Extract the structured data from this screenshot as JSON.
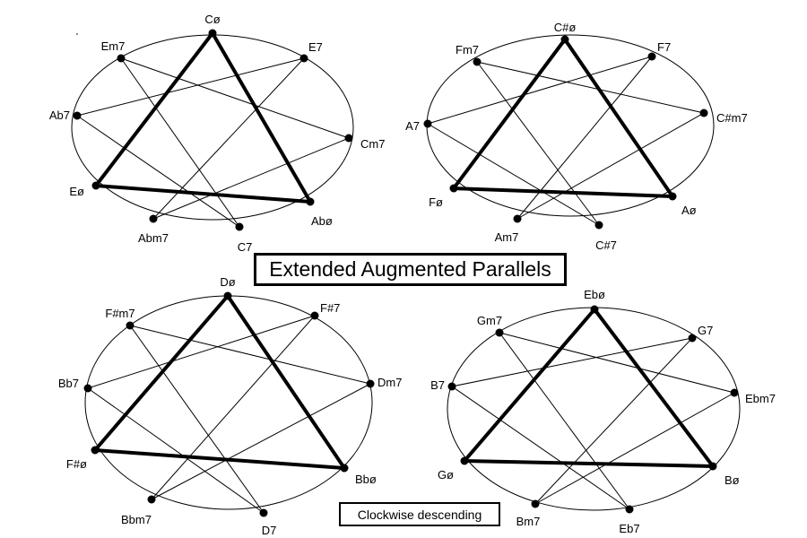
{
  "title": "Extended Augmented Parallels",
  "caption": "Clockwise descending",
  "colors": {
    "ink": "#000000",
    "background": "#ffffff"
  },
  "diagrams": [
    {
      "id": "top-left",
      "nodes": [
        "Cø",
        "E7",
        "Cm7",
        "Abø",
        "C7",
        "Abm7",
        "Eø",
        "Ab7",
        "Em7"
      ],
      "triangle": [
        "Cø",
        "Abø",
        "Eø"
      ],
      "chords": [
        [
          "Em7",
          "Cm7"
        ],
        [
          "Em7",
          "C7"
        ],
        [
          "E7",
          "Ab7"
        ],
        [
          "E7",
          "Abm7"
        ],
        [
          "Cm7",
          "Abm7"
        ],
        [
          "Ab7",
          "C7"
        ]
      ]
    },
    {
      "id": "top-right",
      "nodes": [
        "C#ø",
        "F7",
        "C#m7",
        "Aø",
        "C#7",
        "Am7",
        "Fø",
        "A7",
        "Fm7"
      ],
      "triangle": [
        "C#ø",
        "Aø",
        "Fø"
      ],
      "chords": [
        [
          "Fm7",
          "C#m7"
        ],
        [
          "Fm7",
          "C#7"
        ],
        [
          "F7",
          "A7"
        ],
        [
          "F7",
          "Am7"
        ],
        [
          "C#m7",
          "Am7"
        ],
        [
          "A7",
          "C#7"
        ]
      ]
    },
    {
      "id": "bottom-left",
      "nodes": [
        "Dø",
        "F#7",
        "Dm7",
        "Bbø",
        "D7",
        "Bbm7",
        "F#ø",
        "Bb7",
        "F#m7"
      ],
      "triangle": [
        "Dø",
        "Bbø",
        "F#ø"
      ],
      "chords": [
        [
          "F#m7",
          "Dm7"
        ],
        [
          "F#m7",
          "D7"
        ],
        [
          "F#7",
          "Bb7"
        ],
        [
          "F#7",
          "Bbm7"
        ],
        [
          "Dm7",
          "Bbm7"
        ],
        [
          "Bb7",
          "D7"
        ]
      ]
    },
    {
      "id": "bottom-right",
      "nodes": [
        "Ebø",
        "G7",
        "Ebm7",
        "Bø",
        "Eb7",
        "Bm7",
        "Gø",
        "B7",
        "Gm7"
      ],
      "triangle": [
        "Ebø",
        "Bø",
        "Gø"
      ],
      "chords": [
        [
          "Gm7",
          "Ebm7"
        ],
        [
          "Gm7",
          "Eb7"
        ],
        [
          "G7",
          "B7"
        ],
        [
          "G7",
          "Bm7"
        ],
        [
          "Ebm7",
          "Bm7"
        ],
        [
          "B7",
          "Eb7"
        ]
      ]
    }
  ]
}
